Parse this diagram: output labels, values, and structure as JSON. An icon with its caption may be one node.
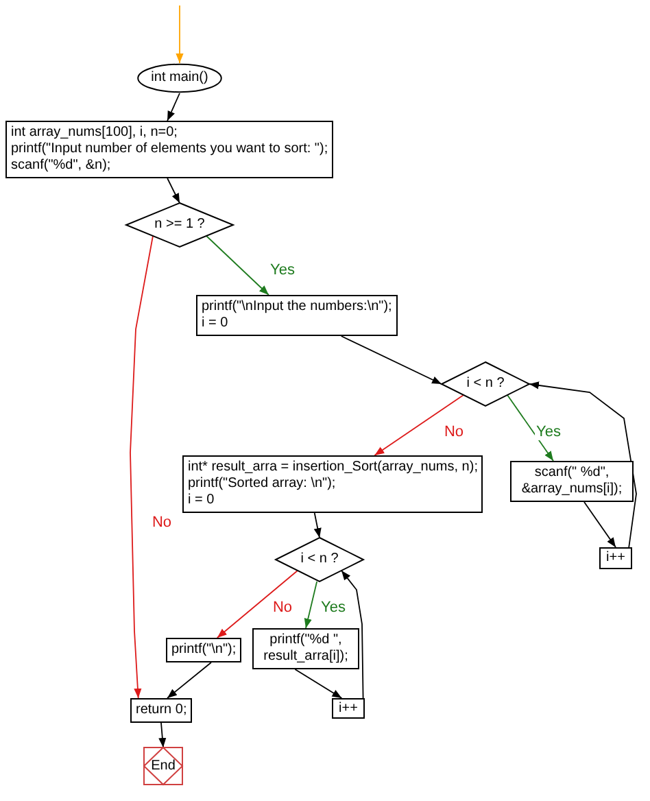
{
  "diagram": {
    "nodes": [
      {
        "text": [
          "int main()"
        ]
      },
      {
        "text": [
          "int array_nums[100], i, n=0;",
          "printf(\"Input number of elements you want to sort: \");",
          "scanf(\"%d\", &n);"
        ]
      },
      {
        "text": [
          "n >= 1 ?"
        ]
      },
      {
        "text": [
          "printf(\"\\nInput the numbers:\\n\");",
          "i = 0"
        ]
      },
      {
        "text": [
          "i < n ?"
        ]
      },
      {
        "text": [
          "int* result_arra = insertion_Sort(array_nums, n);",
          "printf(\"Sorted array: \\n\");",
          "i = 0"
        ]
      },
      {
        "text": [
          "scanf(\" %d\", &array_nums[i]);"
        ]
      },
      {
        "text": [
          "i++"
        ]
      },
      {
        "text": [
          "i < n ?"
        ]
      },
      {
        "text": [
          "printf(\"\\n\");"
        ]
      },
      {
        "text": [
          "printf(\"%d \", result_arra[i]);"
        ]
      },
      {
        "text": [
          "i++"
        ]
      },
      {
        "text": [
          "return 0;"
        ]
      },
      {
        "text": [
          "End"
        ]
      }
    ],
    "edges": [
      {
        "from": null,
        "to": 0,
        "arrow": "to",
        "color": "#ffa500"
      },
      {
        "from": 0,
        "to": 1,
        "arrow": "to"
      },
      {
        "from": 1,
        "to": 2,
        "arrow": "to"
      },
      {
        "from": 2,
        "to": 3,
        "arrow": "to",
        "label": "Yes",
        "color": "#1e7b1e"
      },
      {
        "from": 2,
        "to": 12,
        "arrow": "to",
        "label": "No",
        "color": "#dd1a1a"
      },
      {
        "from": 3,
        "to": 4,
        "arrow": "to"
      },
      {
        "from": 4,
        "to": 5,
        "arrow": "to",
        "label": "No",
        "color": "#dd1a1a"
      },
      {
        "from": 4,
        "to": 6,
        "arrow": "to",
        "label": "Yes",
        "color": "#1e7b1e"
      },
      {
        "from": 6,
        "to": 7,
        "arrow": "to"
      },
      {
        "from": 7,
        "to": 4,
        "arrow": "to"
      },
      {
        "from": 5,
        "to": 8,
        "arrow": "to"
      },
      {
        "from": 8,
        "to": 9,
        "arrow": "to",
        "label": "No",
        "color": "#dd1a1a"
      },
      {
        "from": 8,
        "to": 10,
        "arrow": "to",
        "label": "Yes",
        "color": "#1e7b1e"
      },
      {
        "from": 10,
        "to": 11,
        "arrow": "to"
      },
      {
        "from": 11,
        "to": 8,
        "arrow": "to"
      },
      {
        "from": 9,
        "to": 12,
        "arrow": "to"
      },
      {
        "from": 12,
        "to": 13,
        "arrow": "to"
      }
    ]
  }
}
